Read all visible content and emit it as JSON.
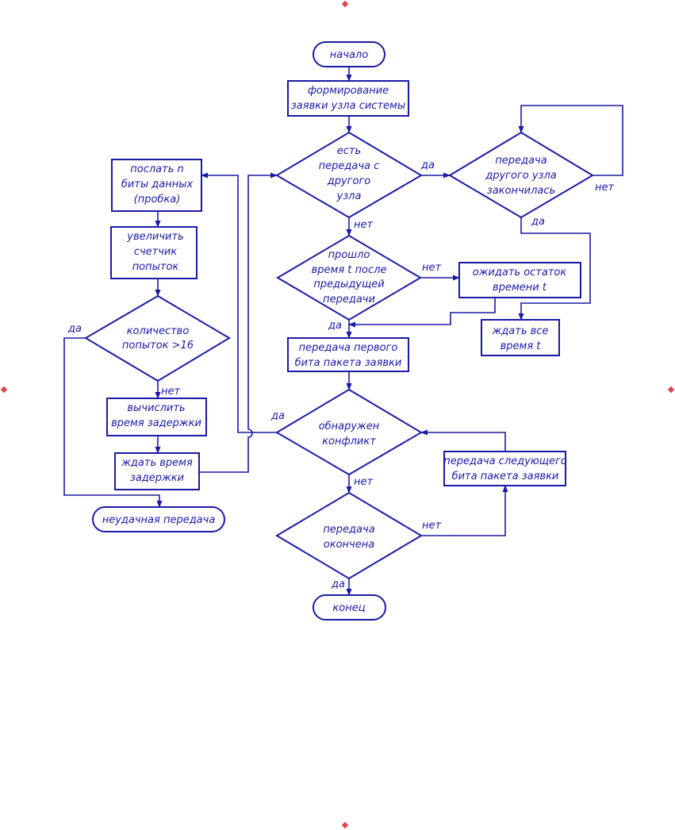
{
  "nodes": {
    "start": {
      "lines": [
        "начало"
      ]
    },
    "form_request": {
      "lines": [
        "формирование",
        "заявки узла системы"
      ]
    },
    "other_tx": {
      "lines": [
        "есть",
        "передача с",
        "другого",
        "узла"
      ]
    },
    "other_done": {
      "lines": [
        "передача",
        "другого узла",
        "закончилась"
      ]
    },
    "time_passed": {
      "lines": [
        "прошло",
        "время t после",
        "предыдущей",
        "передачи"
      ]
    },
    "wait_rest": {
      "lines": [
        "ожидать остаток",
        "времени t"
      ]
    },
    "wait_all": {
      "lines": [
        "ждать все",
        "время t"
      ]
    },
    "send_first": {
      "lines": [
        "передача первого",
        "бита пакета заявки"
      ]
    },
    "conflict": {
      "lines": [
        "обнаружен",
        "конфликт"
      ]
    },
    "send_next": {
      "lines": [
        "передача следующего",
        "бита пакета заявки"
      ]
    },
    "tx_done": {
      "lines": [
        "передача",
        "окончена"
      ]
    },
    "end": {
      "lines": [
        "конец"
      ]
    },
    "send_jam": {
      "lines": [
        "послать n",
        "биты данных",
        "(пробка)"
      ]
    },
    "inc_counter": {
      "lines": [
        "увеличить",
        "счетчик",
        "попыток"
      ]
    },
    "attempts": {
      "lines": [
        "количество",
        "попыток >16"
      ]
    },
    "calc_delay": {
      "lines": [
        "вычислить",
        "время задержки"
      ]
    },
    "wait_delay": {
      "lines": [
        "ждать время",
        "задержки"
      ]
    },
    "fail": {
      "lines": [
        "неудачная передача"
      ]
    }
  },
  "edge_labels": {
    "other_tx_yes": "да",
    "other_tx_no": "нет",
    "other_done_no": "нет",
    "other_done_yes": "да",
    "time_passed_no": "нет",
    "time_passed_yes": "да",
    "conflict_yes": "да",
    "conflict_no": "нет",
    "tx_done_no": "нет",
    "tx_done_yes": "да",
    "attempts_yes": "да",
    "attempts_no": "нет"
  },
  "colors": {
    "stroke": "#1a1aa6",
    "marker": "#e0454d",
    "background": "#ffffff"
  }
}
